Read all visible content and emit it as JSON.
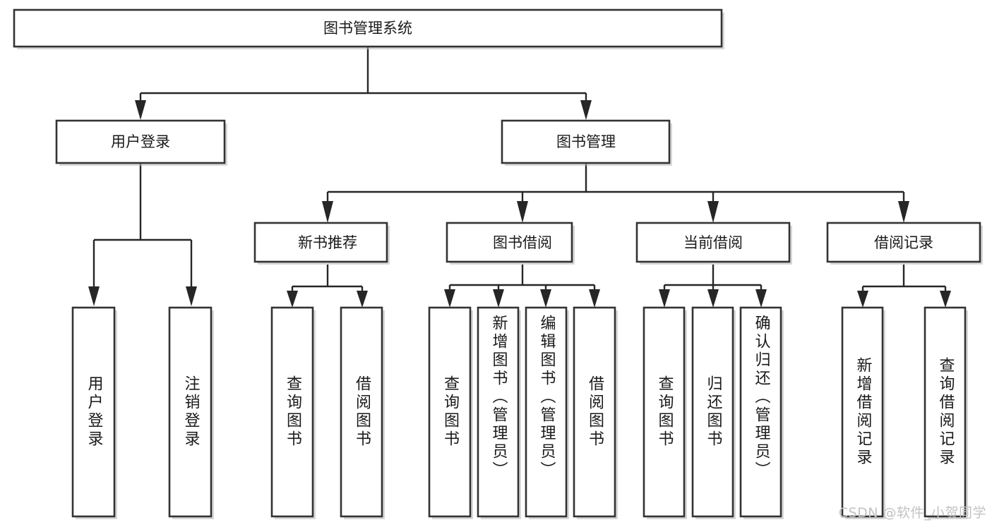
{
  "diagram": {
    "type": "tree-hierarchy",
    "title": "图书管理系统",
    "root": {
      "label": "图书管理系统",
      "id": "root-system"
    },
    "level2": [
      {
        "id": "user-login",
        "label": "用户登录"
      },
      {
        "id": "book-management",
        "label": "图书管理"
      }
    ],
    "level3": [
      {
        "id": "new-book-recommend",
        "label": "新书推荐",
        "parent": "book-management"
      },
      {
        "id": "book-borrow",
        "label": "图书借阅",
        "parent": "book-management"
      },
      {
        "id": "current-borrow",
        "label": "当前借阅",
        "parent": "book-management"
      },
      {
        "id": "borrow-record",
        "label": "借阅记录",
        "parent": "book-management"
      }
    ],
    "leaves": [
      {
        "id": "leaf-user-login",
        "label": "用户登录",
        "parent": "user-login"
      },
      {
        "id": "leaf-logout-login",
        "label": "注销登录",
        "parent": "user-login"
      },
      {
        "id": "leaf-query-book-1",
        "label": "查询图书",
        "parent": "new-book-recommend"
      },
      {
        "id": "leaf-borrow-book-1",
        "label": "借阅图书",
        "parent": "new-book-recommend"
      },
      {
        "id": "leaf-query-book-2",
        "label": "查询图书",
        "parent": "book-borrow"
      },
      {
        "id": "leaf-add-book",
        "label": "新增图书（管理员）",
        "parent": "book-borrow"
      },
      {
        "id": "leaf-edit-book",
        "label": "编辑图书（管理员）",
        "parent": "book-borrow"
      },
      {
        "id": "leaf-borrow-book-2",
        "label": "借阅图书",
        "parent": "book-borrow"
      },
      {
        "id": "leaf-query-book-3",
        "label": "查询图书",
        "parent": "current-borrow"
      },
      {
        "id": "leaf-return-book",
        "label": "归还图书",
        "parent": "current-borrow"
      },
      {
        "id": "leaf-confirm-return",
        "label": "确认归还（管理员）",
        "parent": "current-borrow"
      },
      {
        "id": "leaf-add-record",
        "label": "新增借阅记录",
        "parent": "borrow-record"
      },
      {
        "id": "leaf-query-record",
        "label": "查询借阅记录",
        "parent": "borrow-record"
      }
    ]
  },
  "watermark": {
    "text": "CSDN @软件_小贺同学"
  },
  "colors": {
    "box_border": "#333333",
    "connector": "#262626",
    "text": "#1a1a1a",
    "background": "#ffffff",
    "watermark": "#c2c2c2"
  }
}
